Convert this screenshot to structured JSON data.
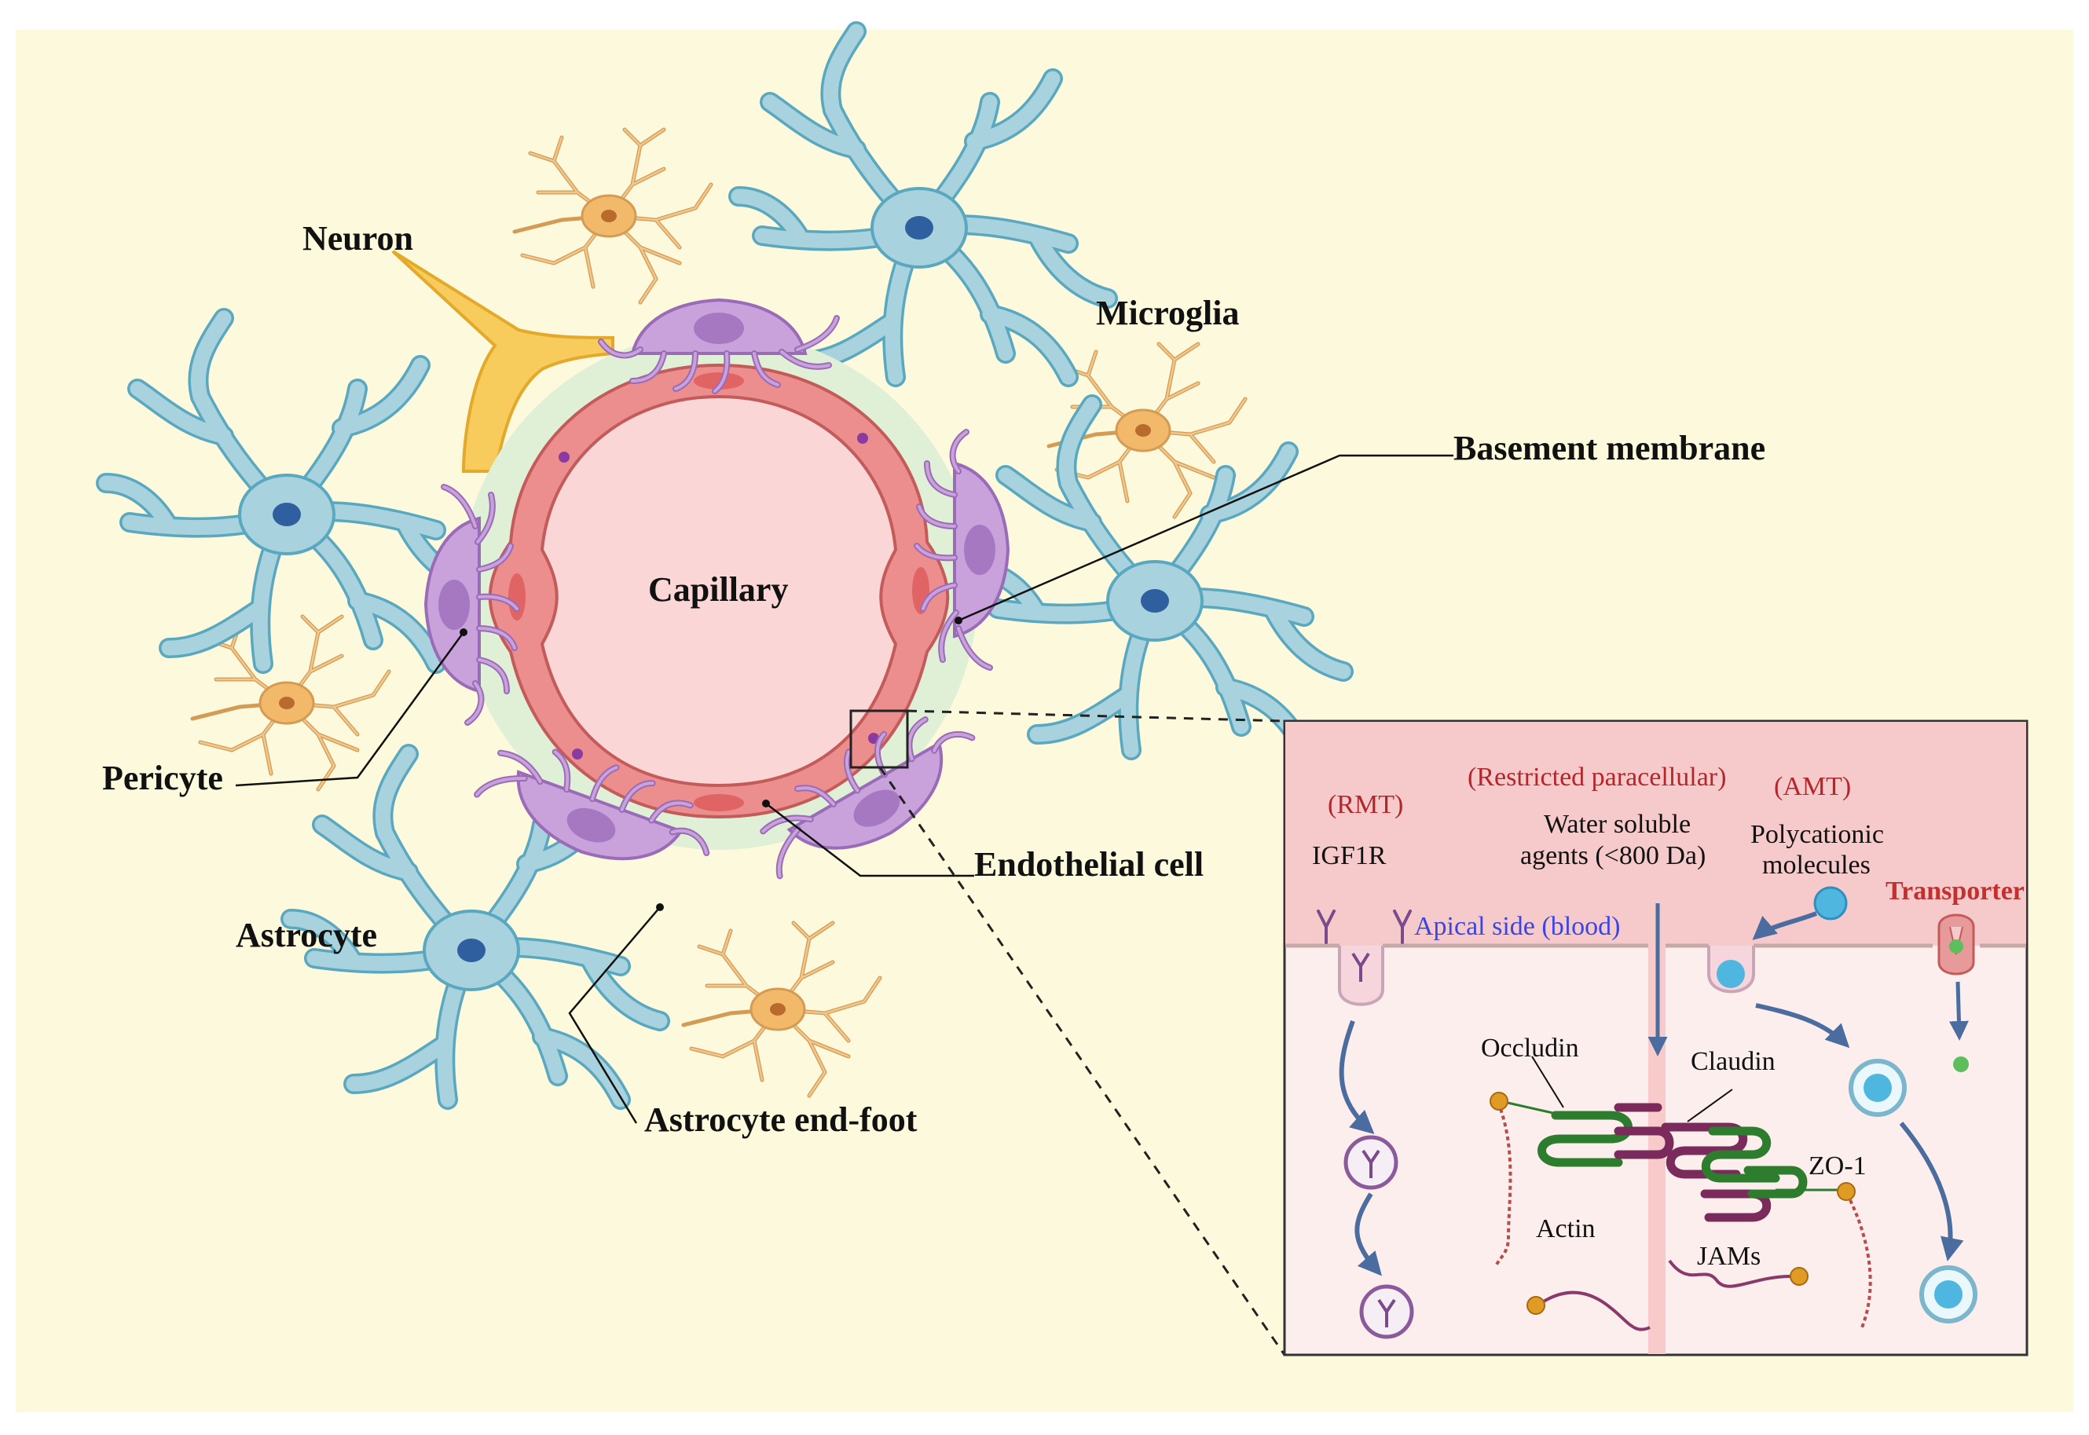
{
  "labels": {
    "neuron": "Neuron",
    "microglia": "Microglia",
    "basement_membrane": "Basement membrane",
    "capillary": "Capillary",
    "pericyte": "Pericyte",
    "endothelial_cell": "Endothelial cell",
    "astrocyte": "Astrocyte",
    "astrocyte_end_foot": "Astrocyte end-foot"
  },
  "inset": {
    "rmt": "(RMT)",
    "igf1r": "IGF1R",
    "restricted_paracellular": "(Restricted paracellular)",
    "water_soluble_1": "Water soluble",
    "water_soluble_2": "agents (<800 Da)",
    "amt": "(AMT)",
    "polycationic_1": "Polycationic",
    "polycationic_2": "molecules",
    "transporter": "Transporter",
    "apical_side": "Apical side (blood)",
    "occludin": "Occludin",
    "claudin": "Claudin",
    "zo1": "ZO-1",
    "actin": "Actin",
    "jams": "JAMs"
  },
  "colors": {
    "background": "#fdf9dc",
    "astrocyte": "#a8d3de",
    "astrocyte_stroke": "#5aa8bf",
    "neuron": "#f7cc5c",
    "microglia_small": "#f2b96a",
    "pericyte": "#c9a2dc",
    "endothelium": "#ec8e8e",
    "lumen": "#fbd6d6",
    "basement": "#dff0d6",
    "inset_top": "#f6caca",
    "inset_bottom": "#fdeeee"
  }
}
